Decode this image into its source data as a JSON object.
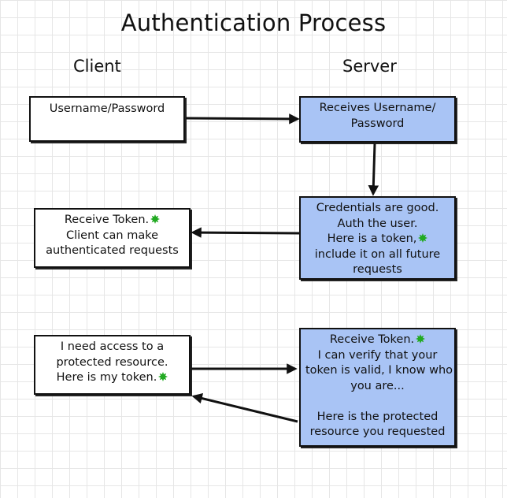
{
  "title": "Authentication Process",
  "columns": {
    "client": "Client",
    "server": "Server"
  },
  "boxes": {
    "client_credentials": [
      "Username/Password"
    ],
    "server_receive": [
      "Receives Username/",
      "Password"
    ],
    "server_validate": [
      "Credentials are good.",
      "Auth the user.",
      "Here is a token,",
      "include it on all future",
      "requests"
    ],
    "client_receive": [
      "Receive Token.",
      "Client can make",
      "authenticated requests"
    ],
    "client_request": [
      "I need access to a",
      "protected resource.",
      "Here is my token."
    ],
    "server_verify": [
      "Receive Token.",
      "I can verify that your",
      "token is valid, I know who",
      "you are...",
      "",
      "Here is the protected",
      "resource you requested"
    ]
  },
  "colors": {
    "server_fill": "#a9c4f5",
    "token_badge": "#22aa22"
  },
  "icons": {
    "token_badge": "green-starburst"
  }
}
